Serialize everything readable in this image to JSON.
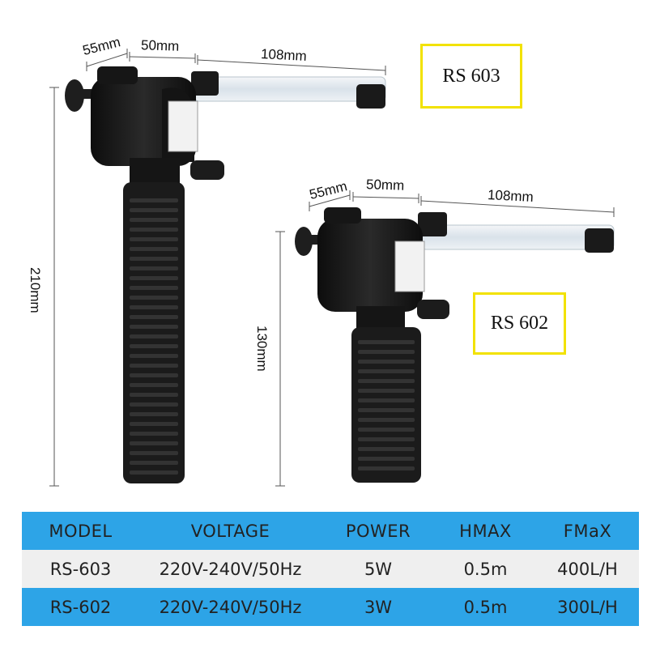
{
  "products": [
    {
      "label": "RS 603",
      "dimensions": {
        "width_back": "55mm",
        "width_mid": "50mm",
        "tube_length": "108mm",
        "height": "210mm"
      }
    },
    {
      "label": "RS 602",
      "dimensions": {
        "width_back": "55mm",
        "width_mid": "50mm",
        "tube_length": "108mm",
        "height": "130mm"
      }
    }
  ],
  "spec_table": {
    "headers": [
      "MODEL",
      "VOLTAGE",
      "POWER",
      "HMAX",
      "FMaX"
    ],
    "rows": [
      [
        "RS-603",
        "220V-240V/50Hz",
        "5W",
        "0.5m",
        "400L/H"
      ],
      [
        "RS-602",
        "220V-240V/50Hz",
        "3W",
        "0.5m",
        "300L/H"
      ]
    ]
  },
  "colors": {
    "table_header": "#2da4e7",
    "table_row_alt": "#efefef",
    "label_border": "#f2e200",
    "pump_body": "#1a1a1a"
  }
}
